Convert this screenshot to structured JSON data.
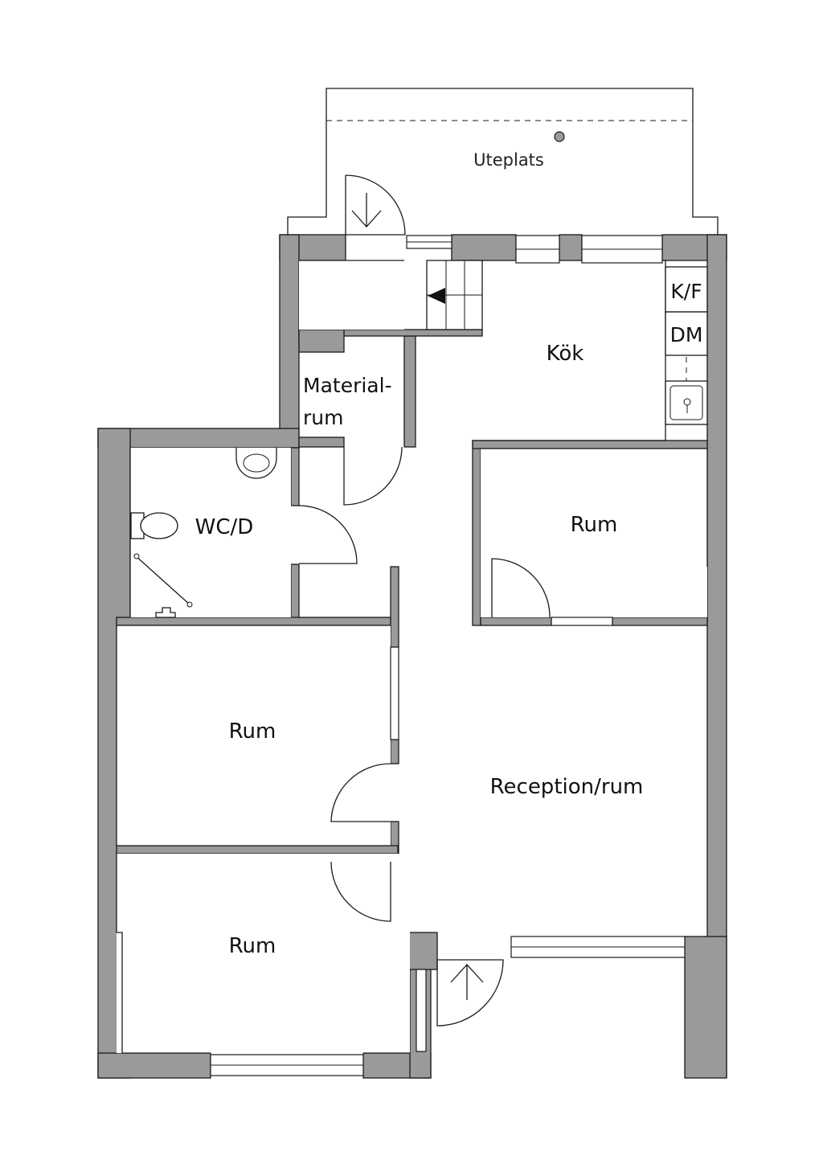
{
  "rooms": {
    "uteplats": "Uteplats",
    "kok": "Kök",
    "kf": "K/F",
    "dm": "DM",
    "material_line1": "Material-",
    "material_line2": "rum",
    "wcd": "WC/D",
    "rum_right": "Rum",
    "rum_left": "Rum",
    "reception": "Reception/rum",
    "rum_bottom": "Rum"
  },
  "colors": {
    "wall": "#9a9a9a",
    "line": "#1a1a1a",
    "background": "#ffffff"
  }
}
